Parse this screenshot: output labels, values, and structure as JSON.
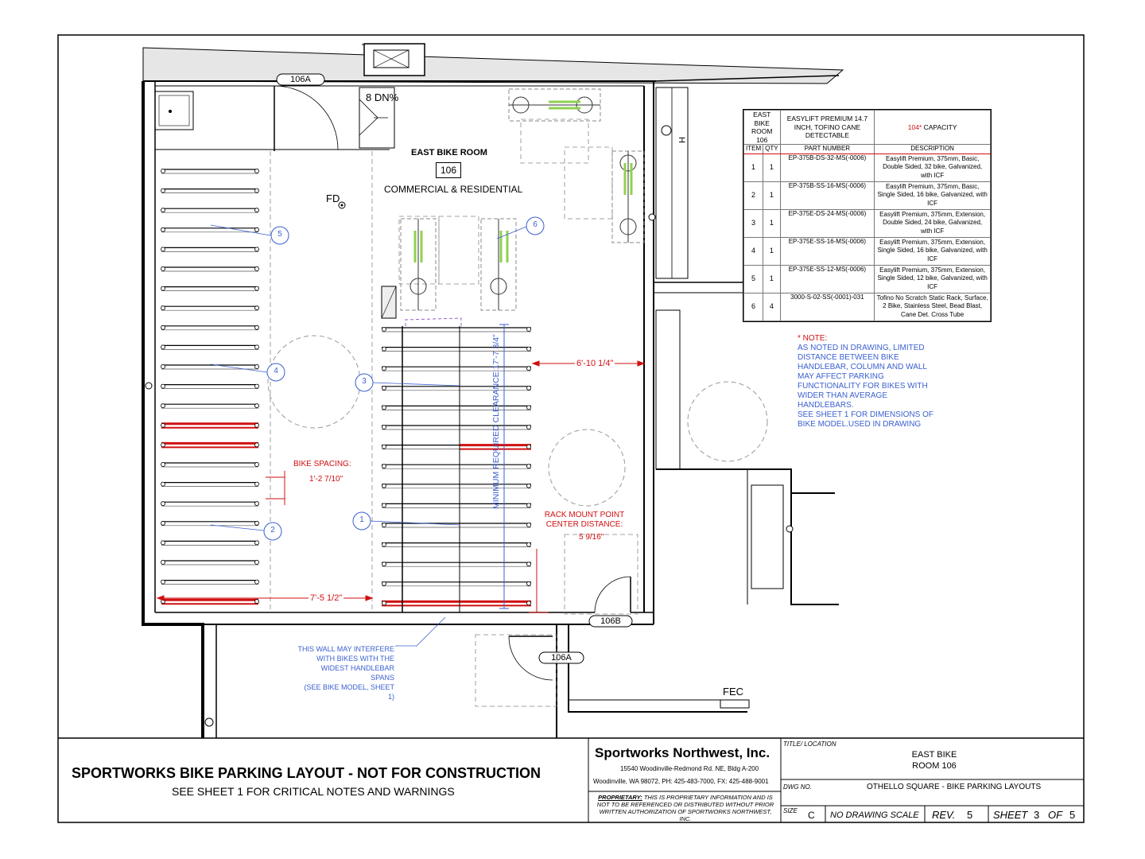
{
  "room": {
    "name": "EAST BIKE ROOM",
    "number": "106",
    "use": "COMMERCIAL & RESIDENTIAL"
  },
  "labels": {
    "door_106a_top": "106A",
    "door_106a_bottom": "106A",
    "door_106b": "106B",
    "ramp": "8 DN%",
    "floor_drain": "FD",
    "fec": "FEC",
    "h_mark": "H"
  },
  "dimensions": {
    "bike_spacing_label": "BIKE SPACING:",
    "bike_spacing_value": "1'-2 7/10\"",
    "aisle_width": "7'-5 1/2\"",
    "right_clearance": "6'-10 1/4\"",
    "min_clearance": "MINIMUM REQUIRED CLEARANCE:17'-7 3/4\"",
    "rack_mount_label_1": "RACK MOUNT POINT",
    "rack_mount_label_2": "CENTER DISTANCE:",
    "rack_mount_value": "5 9/16\""
  },
  "callouts": [
    "1",
    "2",
    "3",
    "4",
    "5",
    "6"
  ],
  "wall_note": [
    "THIS WALL MAY INTERFERE",
    "WITH BIKES WITH THE",
    "WIDEST HANDLEBAR",
    "SPANS",
    "(SEE BIKE MODEL, SHEET 1)"
  ],
  "side_note": [
    "* NOTE:",
    "AS NOTED IN DRAWING, LIMITED",
    "DISTANCE BETWEEN BIKE",
    "HANDLEBAR, COLUMN AND WALL",
    "MAY AFFECT PARKING",
    "FUNCTIONALITY FOR BIKES WITH",
    "WIDER THAN AVERAGE",
    "HANDLEBARS.",
    "SEE SHEET 1 FOR DIMENSIONS OF",
    "BIKE MODEL.USED IN DRAWING"
  ],
  "parts_table": {
    "location": "EAST BIKE ROOM 106",
    "product": "EASYLIFT PREMIUM 14.7 INCH, TOFINO CANE DETECTABLE",
    "capacity_value": "104*",
    "capacity_label": "CAPACITY",
    "headers": [
      "ITEM",
      "QTY",
      "PART NUMBER",
      "DESCRIPTION"
    ],
    "rows": [
      {
        "item": "1",
        "qty": "1",
        "part": "EP-375B-DS-32-MS(-0006)",
        "desc": "Easylift Premium, 375mm, Basic, Double Sided, 32 bike, Galvanized, with ICF"
      },
      {
        "item": "2",
        "qty": "1",
        "part": "EP-375B-SS-16-MS(-0006)",
        "desc": "Easylift Premium, 375mm, Basic, Single Sided, 16 bike, Galvanized, with ICF"
      },
      {
        "item": "3",
        "qty": "1",
        "part": "EP-375E-DS-24-MS(-0006)",
        "desc": "Easylift Premium, 375mm, Extension, Double Sided, 24 bike, Galvanized, with ICF"
      },
      {
        "item": "4",
        "qty": "1",
        "part": "EP-375E-SS-16-MS(-0006)",
        "desc": "Easylift Premium, 375mm, Extension, Single Sided, 16 bike, Galvanized, with ICF"
      },
      {
        "item": "5",
        "qty": "1",
        "part": "EP-375E-SS-12-MS(-0006)",
        "desc": "Easylift Premium, 375mm, Extension, Single Sided, 12 bike, Galvanized, with ICF"
      },
      {
        "item": "6",
        "qty": "4",
        "part": "3000-S-02-SS(-0001)-031",
        "desc": "Tofino No Scratch Static Rack, Surface, 2 Bike, Stainless Steel, Bead Blast, Cane Det. Cross Tube"
      }
    ]
  },
  "title_block": {
    "main_title": "SPORTWORKS BIKE PARKING LAYOUT - NOT FOR CONSTRUCTION",
    "subtitle": "SEE SHEET 1 FOR CRITICAL NOTES AND WARNINGS",
    "company": "Sportworks Northwest, Inc.",
    "address1": "15540 Woodinville-Redmond Rd. NE, Bldg A-200",
    "address2": "Woodinville, WA 98072, PH: 425-483-7000, FX: 425-488-9001",
    "proprietary_label": "PROPRIETARY:",
    "proprietary_text1": "THIS IS PROPRIETARY INFORMATION AND IS NOT TO",
    "proprietary_text2": "BE REFERENCED OR DISTRIBUTED WITHOUT PRIOR WRITTEN",
    "proprietary_text3": "AUTHORIZATION OF SPORTWORKS NORTHWEST, INC.",
    "title_location_label": "TITLE/ LOCATION",
    "location_line1": "EAST BIKE",
    "location_line2": "ROOM 106",
    "dwg_label": "DWG NO.",
    "dwg_value": "OTHELLO SQUARE - BIKE PARKING LAYOUTS",
    "size_label": "SIZE",
    "size_value": "C",
    "scale": "NO DRAWING SCALE",
    "rev_label": "REV.",
    "rev_value": "5",
    "sheet_label": "SHEET",
    "sheet_value": "3",
    "of_label": "OF",
    "sheet_total": "5"
  },
  "colors": {
    "annotation_blue": "#3a5fd0",
    "dimension_red": "#d01010",
    "rack_green": "#8fd14f",
    "rack_purple": "#9b5fd0"
  }
}
